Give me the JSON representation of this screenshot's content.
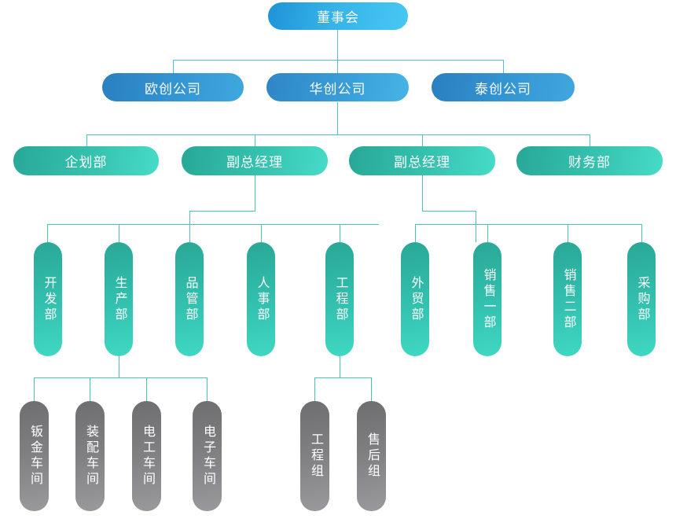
{
  "chart_data": {
    "type": "diagram",
    "title": "组织架构图",
    "orientation": "top-down",
    "levels": 5,
    "colors": {
      "level1": "#34b3e8",
      "level2": "#3596d4",
      "level3": "#36c2b0",
      "level4": "#31bcab",
      "level5": "#808083",
      "connector_blue": "#5fb6e0",
      "connector_teal": "#4cc3b7"
    },
    "nodes": [
      {
        "id": "board",
        "label": "董事会",
        "level": 1,
        "parent": null
      },
      {
        "id": "oc",
        "label": "欧创公司",
        "level": 2,
        "parent": "board"
      },
      {
        "id": "hc",
        "label": "华创公司",
        "level": 2,
        "parent": "board"
      },
      {
        "id": "tc",
        "label": "泰创公司",
        "level": 2,
        "parent": "board"
      },
      {
        "id": "plan",
        "label": "企划部",
        "level": 3,
        "parent": "hc"
      },
      {
        "id": "vgm1",
        "label": "副总经理",
        "level": 3,
        "parent": "hc"
      },
      {
        "id": "vgm2",
        "label": "副总经理",
        "level": 3,
        "parent": "hc"
      },
      {
        "id": "fin",
        "label": "财务部",
        "level": 3,
        "parent": "hc"
      },
      {
        "id": "dev",
        "label": "开发部",
        "level": 4,
        "parent": "vgm1"
      },
      {
        "id": "prod",
        "label": "生产部",
        "level": 4,
        "parent": "vgm1"
      },
      {
        "id": "qc",
        "label": "品管部",
        "level": 4,
        "parent": "vgm1"
      },
      {
        "id": "hr",
        "label": "人事部",
        "level": 4,
        "parent": "vgm1"
      },
      {
        "id": "eng",
        "label": "工程部",
        "level": 4,
        "parent": "vgm1"
      },
      {
        "id": "trade",
        "label": "外贸部",
        "level": 4,
        "parent": "vgm2"
      },
      {
        "id": "sales1",
        "label": "销售一部",
        "level": 4,
        "parent": "vgm2"
      },
      {
        "id": "sales2",
        "label": "销售二部",
        "level": 4,
        "parent": "vgm2"
      },
      {
        "id": "purch",
        "label": "采购部",
        "level": 4,
        "parent": "vgm2"
      },
      {
        "id": "sheet",
        "label": "钣金车间",
        "level": 5,
        "parent": "prod"
      },
      {
        "id": "assy",
        "label": "装配车间",
        "level": 5,
        "parent": "prod"
      },
      {
        "id": "elec",
        "label": "电工车间",
        "level": 5,
        "parent": "prod"
      },
      {
        "id": "etron",
        "label": "电子车间",
        "level": 5,
        "parent": "prod"
      },
      {
        "id": "enggrp",
        "label": "工程组",
        "level": 5,
        "parent": "eng"
      },
      {
        "id": "service",
        "label": "售后组",
        "level": 5,
        "parent": "eng"
      }
    ]
  },
  "level1": {
    "board": "董事会"
  },
  "level2": {
    "oc": "欧创公司",
    "hc": "华创公司",
    "tc": "泰创公司"
  },
  "level3": {
    "plan": "企划部",
    "vgm1": "副总经理",
    "vgm2": "副总经理",
    "fin": "财务部"
  },
  "level4": {
    "dev": "开发部",
    "prod": "生产部",
    "qc": "品管部",
    "hr": "人事部",
    "eng": "工程部",
    "trade": "外贸部",
    "sales1": "销售一部",
    "sales2": "销售二部",
    "purch": "采购部"
  },
  "level5": {
    "sheet": "钣金车间",
    "assy": "装配车间",
    "elec": "电工车间",
    "etron": "电子车间",
    "enggrp": "工程组",
    "service": "售后组"
  }
}
